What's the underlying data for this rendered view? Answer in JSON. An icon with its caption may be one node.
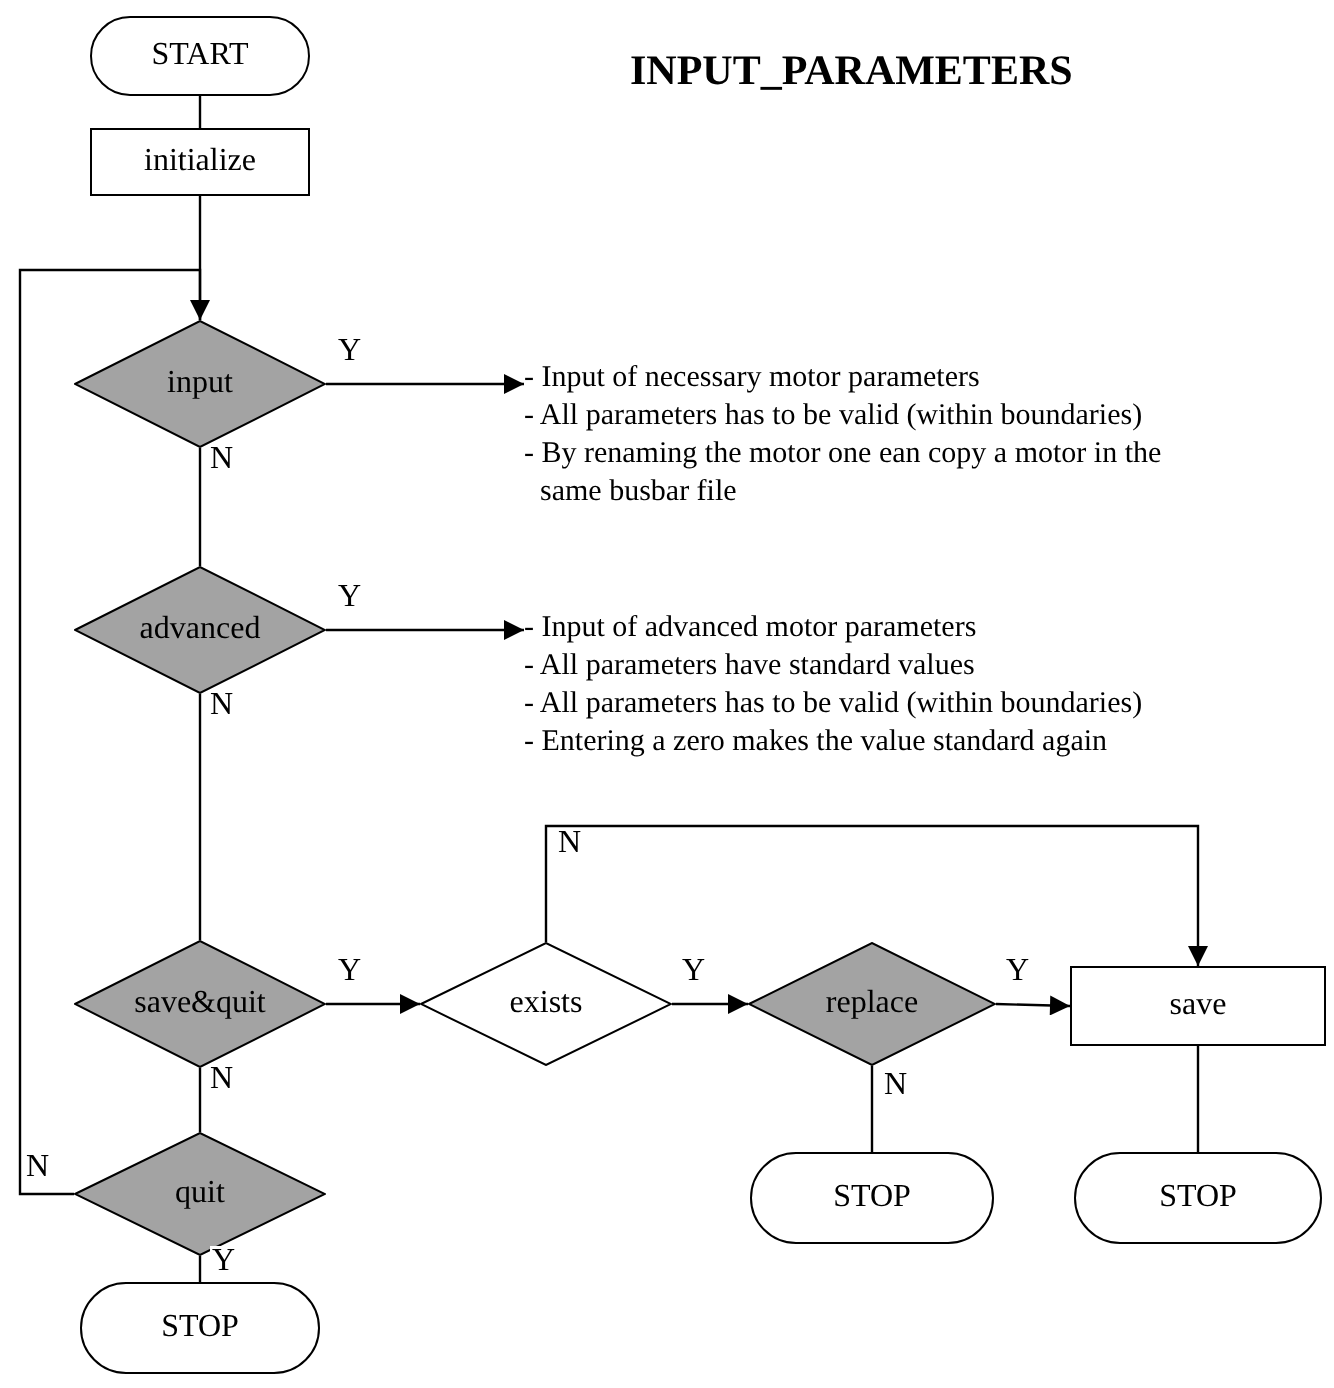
{
  "diagram": {
    "title": "INPUT_PARAMETERS",
    "nodes": [
      {
        "text": [
          "START"
        ]
      },
      {
        "text": [
          "initialize"
        ]
      },
      {
        "text": [
          "input"
        ]
      },
      {
        "text": [
          "- Input of necessary motor parameters",
          "- All parameters has to be valid (within boundaries)",
          "- By renaming the motor one ean copy a motor in the same busbar file"
        ]
      },
      {
        "text": [
          "advanced"
        ]
      },
      {
        "text": [
          "- Input of advanced motor parameters",
          "- All parameters have standard values",
          "- All parameters has to be valid (within boundaries)",
          "- Entering a zero makes the value standard again"
        ]
      },
      {
        "text": [
          "save&quit"
        ]
      },
      {
        "text": [
          "exists"
        ]
      },
      {
        "text": [
          "replace"
        ]
      },
      {
        "text": [
          "save"
        ]
      },
      {
        "text": [
          "quit"
        ]
      },
      {
        "text": [
          "STOP"
        ]
      },
      {
        "text": [
          "STOP"
        ]
      },
      {
        "text": [
          "STOP"
        ]
      }
    ],
    "edges": [
      {
        "from": 0,
        "to": 1,
        "arrow": "none"
      },
      {
        "from": 1,
        "to": 2,
        "arrow": "none"
      },
      {
        "from": 2,
        "to": 3,
        "arrow": "to",
        "label": "Y"
      },
      {
        "from": 2,
        "to": 4,
        "arrow": "none",
        "label": "N"
      },
      {
        "from": 4,
        "to": 5,
        "arrow": "to",
        "label": "Y"
      },
      {
        "from": 4,
        "to": 6,
        "arrow": "none",
        "label": "N"
      },
      {
        "from": 6,
        "to": 7,
        "arrow": "to",
        "label": "Y"
      },
      {
        "from": 7,
        "to": 8,
        "arrow": "to",
        "label": "Y"
      },
      {
        "from": 7,
        "to": 9,
        "arrow": "to",
        "label": "N"
      },
      {
        "from": 8,
        "to": 9,
        "arrow": "to",
        "label": "Y"
      },
      {
        "from": 8,
        "to": 12,
        "arrow": "none",
        "label": "N"
      },
      {
        "from": 9,
        "to": 13,
        "arrow": "none"
      },
      {
        "from": 6,
        "to": 10,
        "arrow": "none",
        "label": "N"
      },
      {
        "from": 10,
        "to": 2,
        "arrow": "to",
        "label": "N"
      },
      {
        "from": 10,
        "to": 11,
        "arrow": "none",
        "label": "Y"
      }
    ]
  }
}
